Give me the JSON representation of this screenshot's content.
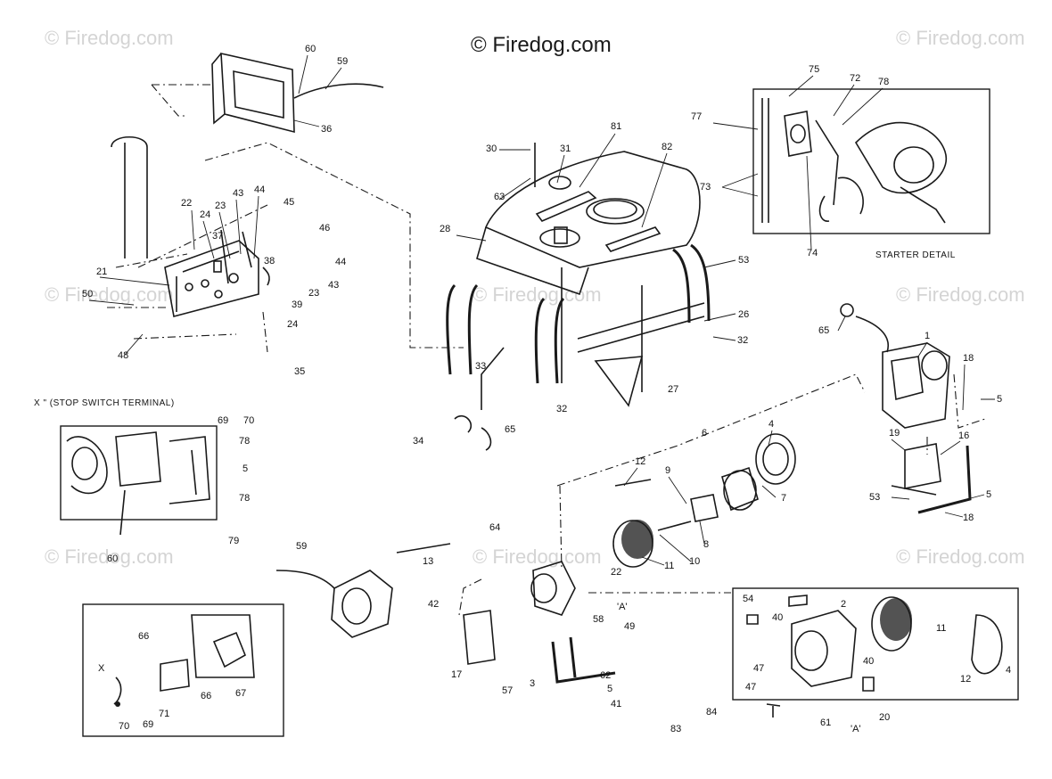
{
  "watermarks": {
    "main": "© Firedog.com",
    "faint": "© Firedog.com"
  },
  "captions": {
    "stop_switch": "X \" (STOP SWITCH TERMINAL)",
    "starter_detail": "STARTER DETAIL"
  },
  "callouts": {
    "c60a": "60",
    "c59a": "59",
    "c36a": "36",
    "c22": "22",
    "c24a": "24",
    "c23a": "23",
    "c43a": "43",
    "c44a": "44",
    "c45": "45",
    "c46": "46",
    "c37": "37",
    "c38": "38",
    "c44b": "44",
    "c43b": "43",
    "c23b": "23",
    "c39": "39",
    "c24b": "24",
    "c21": "21",
    "c50": "50",
    "c48": "48",
    "c35": "35",
    "c30": "30",
    "c31": "31",
    "c81": "81",
    "c82": "82",
    "c63": "63",
    "c28": "28",
    "c53a": "53",
    "c26": "26",
    "c32a": "32",
    "c33": "33",
    "c32b": "32",
    "c27": "27",
    "c34": "34",
    "c65a": "65",
    "c75": "75",
    "c72": "72",
    "c78a": "78",
    "c77": "77",
    "c73": "73",
    "c74": "74",
    "c65b": "65",
    "c1": "1",
    "c18a": "18",
    "c5a": "5",
    "c4a": "4",
    "c6": "6",
    "c19": "19",
    "c16": "16",
    "c53b": "53",
    "c5b": "5",
    "c18b": "18",
    "c69a": "69",
    "c70a": "70",
    "c78b": "78",
    "c5c": "5",
    "c78c": "78",
    "c79": "79",
    "c60b": "60",
    "c12a": "12",
    "c9": "9",
    "c7": "7",
    "c8": "8",
    "c10": "10",
    "c11a": "11",
    "c64a": "64",
    "c13": "13",
    "c59b": "59",
    "c22b": "22",
    "c58": "58",
    "cA1": "'A'",
    "c49": "49",
    "c42": "42",
    "c17": "17",
    "c62": "62",
    "c5d": "5",
    "c41": "41",
    "c57": "57",
    "c3": "3",
    "c83": "83",
    "c84": "84",
    "c54": "54",
    "c40a": "40",
    "c2": "2",
    "c11b": "11",
    "c12b": "12",
    "c4b": "4",
    "c40b": "40",
    "c47a": "47",
    "c47b": "47",
    "c61": "61",
    "c20": "20",
    "cA2": "'A'",
    "c66a": "66",
    "cX": "X",
    "c66b": "66",
    "c67": "67",
    "c71": "71",
    "c70b": "70",
    "c69b": "69"
  }
}
